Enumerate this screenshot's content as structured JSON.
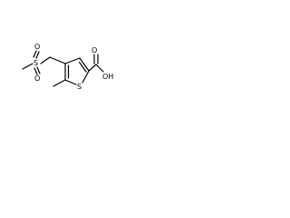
{
  "molecule": {
    "atoms": {
      "sulfone_o_top": "O",
      "sulfone_s": "S",
      "sulfone_o_bottom": "O",
      "ring_s": "S",
      "acid_o": "O",
      "acid_oh": "OH"
    }
  }
}
